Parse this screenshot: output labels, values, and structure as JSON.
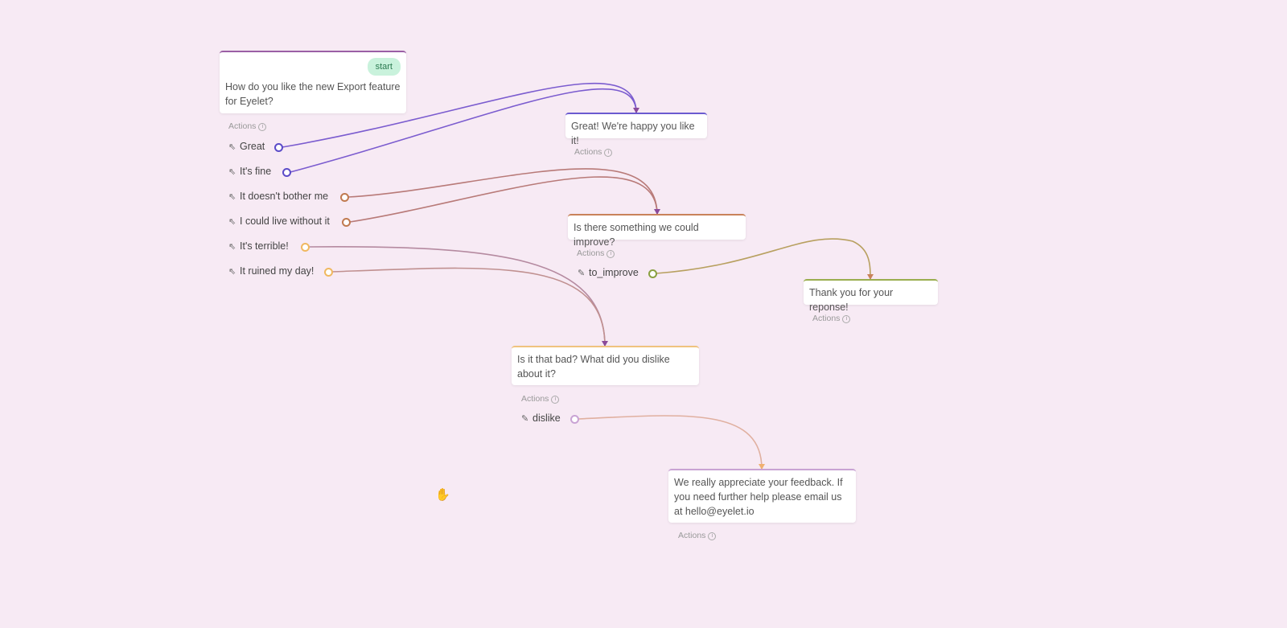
{
  "nodes": {
    "start": {
      "badge": "start",
      "text": "How do you like the new Export feature for Eyelet?",
      "actions_label": "Actions",
      "options": [
        {
          "label": "Great",
          "icon": "cursor-icon"
        },
        {
          "label": "It's fine",
          "icon": "cursor-icon"
        },
        {
          "label": "It doesn't bother me",
          "icon": "cursor-icon"
        },
        {
          "label": "I could live without it",
          "icon": "cursor-icon"
        },
        {
          "label": "It's terrible!",
          "icon": "cursor-icon"
        },
        {
          "label": "It ruined my day!",
          "icon": "cursor-icon"
        }
      ]
    },
    "great": {
      "text": "Great! We're happy you like it!",
      "actions_label": "Actions"
    },
    "improve": {
      "text": "Is there something we could improve?",
      "actions_label": "Actions",
      "input": {
        "label": "to_improve",
        "icon": "feather-icon"
      }
    },
    "thanks": {
      "text": "Thank you for your reponse!",
      "actions_label": "Actions"
    },
    "bad": {
      "text": "Is it that bad? What did you dislike about it?",
      "actions_label": "Actions",
      "input": {
        "label": "dislike",
        "icon": "feather-icon"
      }
    },
    "feedback": {
      "text": "We really appreciate your feedback. If you need further help please email us at hello@eyelet.io",
      "actions_label": "Actions"
    }
  },
  "colors": {
    "background": "#f7eaf4",
    "start": "#9b5fa5",
    "great": "#6b5bd0",
    "improve": "#c9825a",
    "thanks": "#9aae4e",
    "bad": "#f0c37e",
    "feedback": "#c9a3d4"
  }
}
